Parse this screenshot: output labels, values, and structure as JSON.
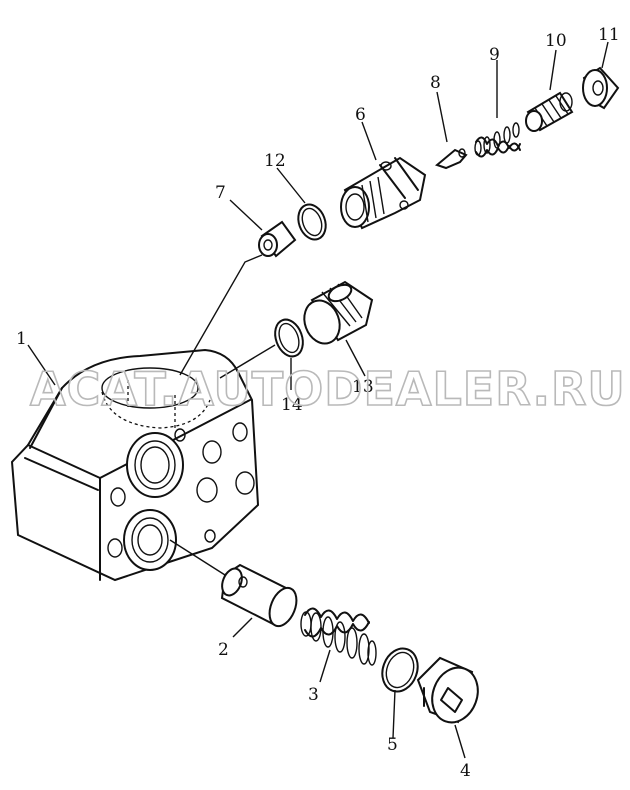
{
  "watermark": "ACAT.AUTODEALER.RU",
  "callouts": {
    "c1": "1",
    "c2": "2",
    "c3": "3",
    "c4": "4",
    "c5": "5",
    "c6": "6",
    "c7": "7",
    "c8": "8",
    "c9": "9",
    "c10": "10",
    "c11": "11",
    "c12": "12",
    "c13": "13",
    "c14": "14"
  }
}
